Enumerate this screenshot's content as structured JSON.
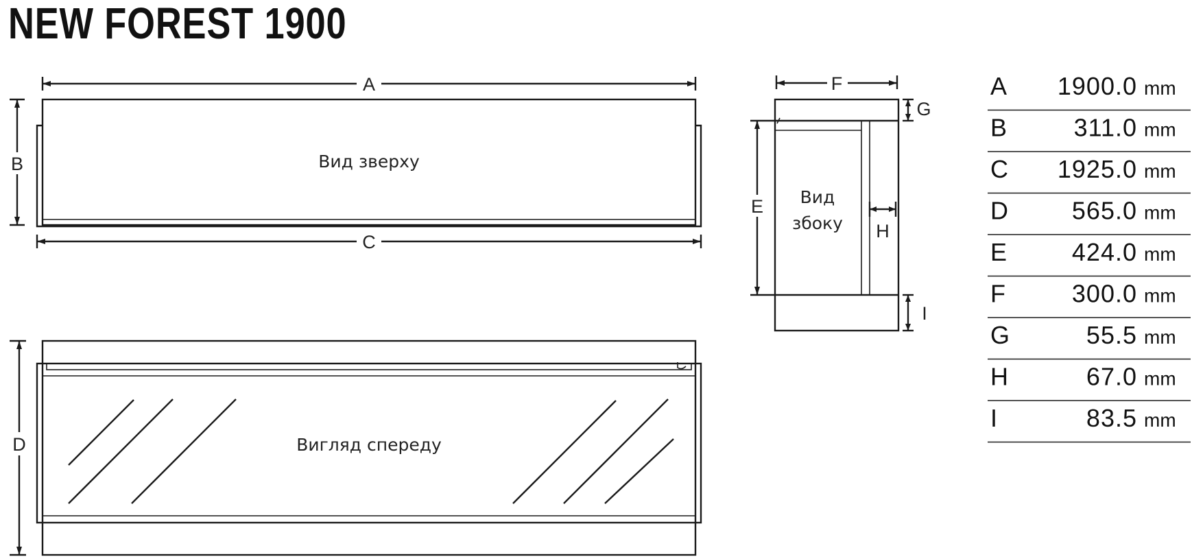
{
  "title": "NEW FOREST 1900",
  "views": {
    "top": "Вид зверху",
    "side_line1": "Вид",
    "side_line2": "збоку",
    "front": "Вигляд спереду"
  },
  "dimension_labels": {
    "A": "A",
    "B": "B",
    "C": "C",
    "D": "D",
    "E": "E",
    "F": "F",
    "G": "G",
    "H": "H",
    "I": "I"
  },
  "dimensions_table": [
    {
      "key": "A",
      "value": "1900.0",
      "unit": "mm"
    },
    {
      "key": "B",
      "value": "311.0",
      "unit": "mm"
    },
    {
      "key": "C",
      "value": "1925.0",
      "unit": "mm"
    },
    {
      "key": "D",
      "value": "565.0",
      "unit": "mm"
    },
    {
      "key": "E",
      "value": "424.0",
      "unit": "mm"
    },
    {
      "key": "F",
      "value": "300.0",
      "unit": "mm"
    },
    {
      "key": "G",
      "value": "55.5",
      "unit": "mm"
    },
    {
      "key": "H",
      "value": "67.0",
      "unit": "mm"
    },
    {
      "key": "I",
      "value": "83.5",
      "unit": "mm"
    }
  ]
}
